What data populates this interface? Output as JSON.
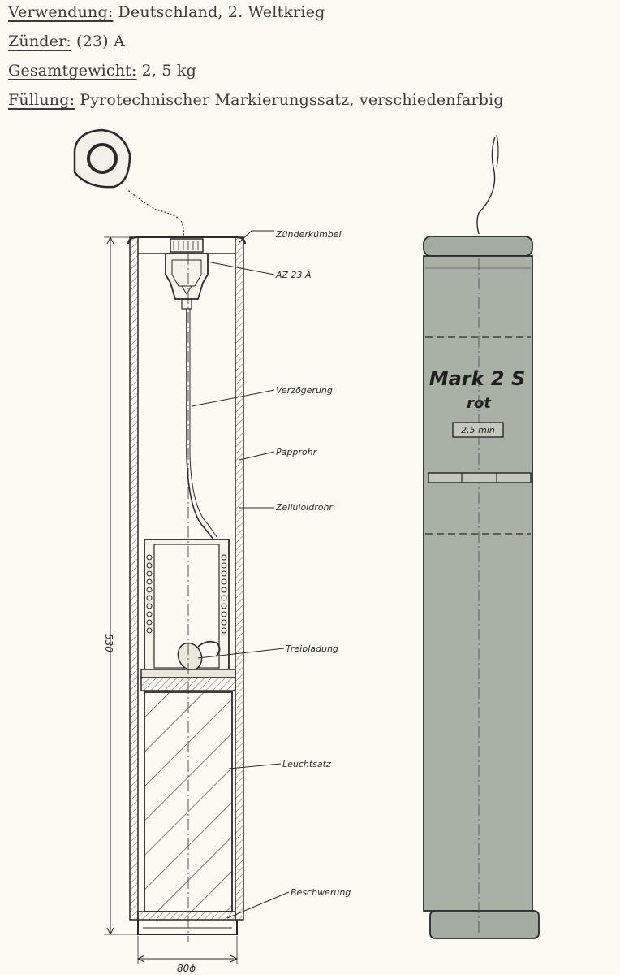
{
  "header": {
    "lines": [
      {
        "key": "Verwendung:",
        "value": "Deutschland, 2. Weltkrieg"
      },
      {
        "key": "Zünder:",
        "value": "(23) A"
      },
      {
        "key": "Gesamtgewicht:",
        "value": "2, 5 kg"
      },
      {
        "key": "Füllung:",
        "value": "Pyrotechnischer Markierungssatz, verschiedenfarbig"
      }
    ]
  },
  "section_labels": [
    "Zünderkümbel",
    "AZ 23 A",
    "Verzögerung",
    "Papprohr",
    "Zelluloidrohr",
    "Treibladung",
    "Leuchtsatz",
    "Beschwerung"
  ],
  "dimensions": {
    "length": "530",
    "diameter": "80ϕ"
  },
  "exterior_marking": {
    "title": "Mark 2 S",
    "color": "rot",
    "time": "2,5 min"
  },
  "colors": {
    "paper": "#fbfbf3",
    "body_fill": "#a9b0a5",
    "line": "#2a2a2a"
  }
}
